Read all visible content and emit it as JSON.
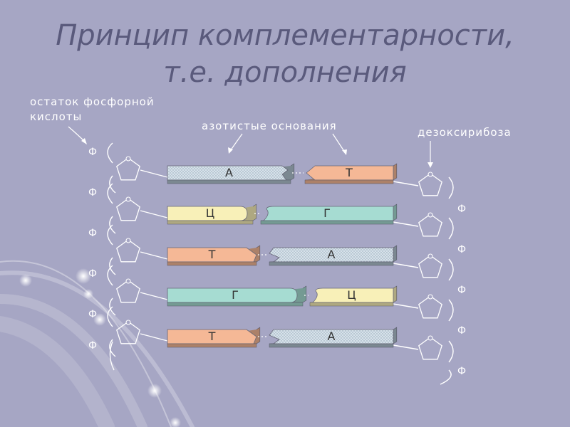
{
  "slide": {
    "title_line_1": "Принцип комплементарности,",
    "title_line_2": "т.е. дополнения"
  },
  "diagram": {
    "label_phosphate_line_1": "остаток фосфорной",
    "label_phosphate_line_2": "кислоты",
    "label_bases": "азотистые основания",
    "label_sugar": "дезоксирибоза",
    "phosphate_symbol": "Ф",
    "pairs": [
      {
        "left": "А",
        "right": "Т",
        "left_color": "#cddbe4",
        "right_color": "#f5b896"
      },
      {
        "left": "Ц",
        "right": "Г",
        "left_color": "#f8f0b8",
        "right_color": "#a6dcd2"
      },
      {
        "left": "Т",
        "right": "А",
        "left_color": "#f5b896",
        "right_color": "#cddbe4"
      },
      {
        "left": "Г",
        "right": "Ц",
        "left_color": "#a6dcd2",
        "right_color": "#f8f0b8"
      },
      {
        "left": "Т",
        "right": "А",
        "left_color": "#f5b896",
        "right_color": "#cddbe4"
      }
    ]
  }
}
